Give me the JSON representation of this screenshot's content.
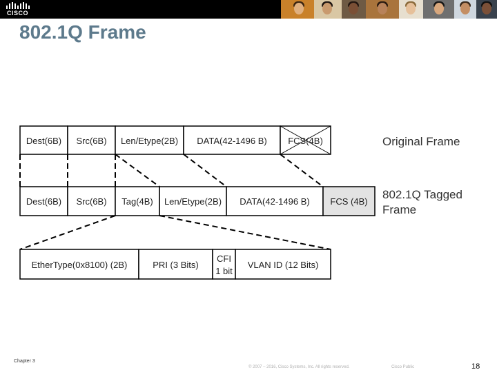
{
  "header": {
    "logo_text": "CISCO",
    "photo_icons": [
      "person-photo-icon",
      "person-photo-icon",
      "person-photo-icon",
      "person-photo-icon",
      "person-photo-icon",
      "person-photo-icon",
      "person-photo-icon",
      "person-photo-icon"
    ]
  },
  "slide": {
    "title": "802.1Q Frame"
  },
  "diagram": {
    "original_frame": {
      "label": "Original Frame",
      "fields": [
        "Dest(6B)",
        "Src(6B)",
        "Len/Etype(2B)",
        "DATA(42-1496 B)",
        "FCS(4B)"
      ],
      "crossed_out_field": "FCS(4B)"
    },
    "tagged_frame": {
      "label_line1": "802.1Q Tagged",
      "label_line2": "Frame",
      "fields": [
        "Dest(6B)",
        "Src(6B)",
        "Tag(4B)",
        "Len/Etype(2B)",
        "DATA(42-1496 B)",
        "FCS (4B)"
      ],
      "highlighted_field": "FCS (4B)"
    },
    "tag_detail": {
      "fields": [
        "EtherType(0x8100) (2B)",
        "PRI (3 Bits)",
        "CFI",
        "1 bit",
        "VLAN ID (12 Bits)"
      ]
    }
  },
  "footer": {
    "chapter": "Chapter 3",
    "copyright": "© 2007 – 2016, Cisco Systems, Inc. All rights reserved.",
    "classification": "Cisco Public",
    "page_number": "18"
  },
  "colors": {
    "title": "#5d7a8c",
    "header_bg": "#000000",
    "fcs_highlight": "#e3e3e3"
  }
}
